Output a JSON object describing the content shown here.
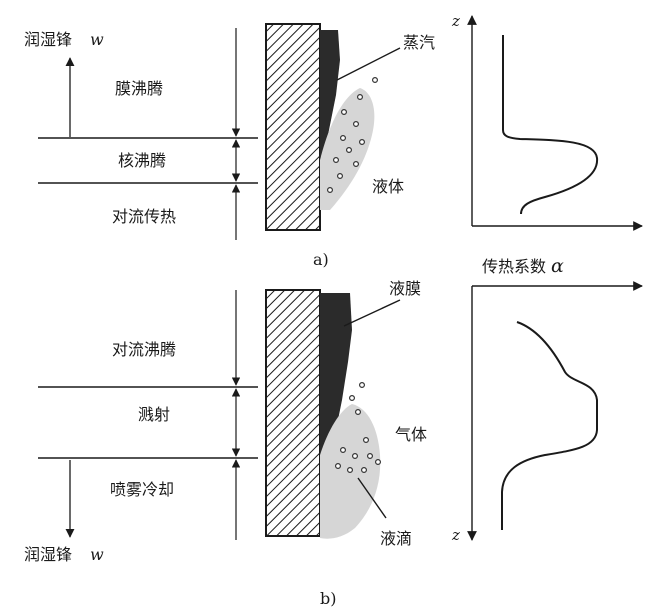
{
  "panel_a": {
    "caption": "a)",
    "front_label": "润湿锋",
    "front_var": "w",
    "regions": [
      "膜沸腾",
      "核沸腾",
      "对流传热"
    ],
    "vapor_label": "蒸汽",
    "liquid_label": "液体",
    "axis_label": "z"
  },
  "panel_b": {
    "caption": "b)",
    "front_label": "润湿锋",
    "front_var": "w",
    "regions": [
      "对流沸腾",
      "溅射",
      "喷雾冷却"
    ],
    "film_label": "液膜",
    "gas_label": "气体",
    "droplet_label": "液滴",
    "axis_label": "z"
  },
  "heat_coef_label": "传热系数",
  "heat_coef_symbol": "α",
  "colors": {
    "ink": "#1a1a1a",
    "film": "#2b2b2b",
    "liquid": "#d4d4d4",
    "bubble_ring": "#333333"
  }
}
